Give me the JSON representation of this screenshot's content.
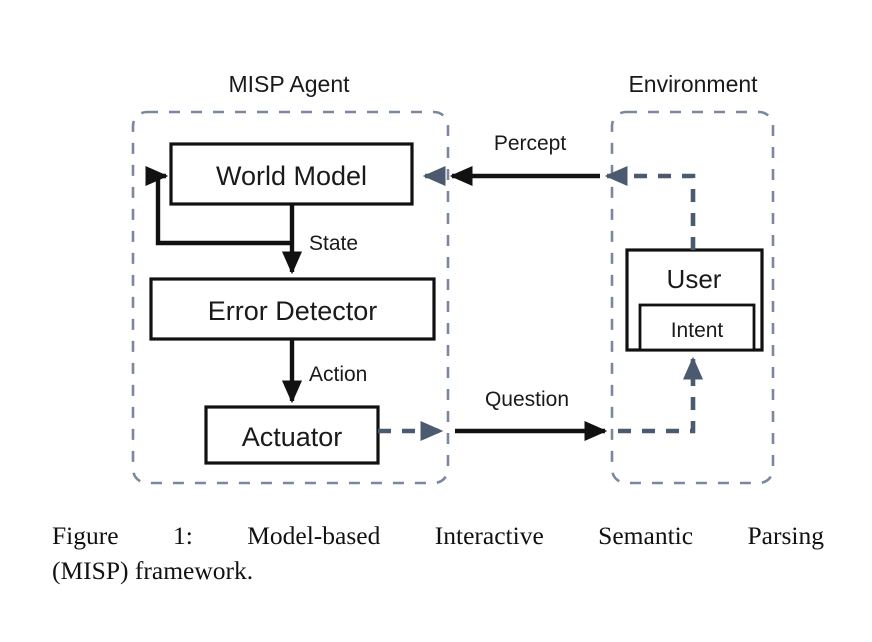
{
  "figure": {
    "containers": [
      {
        "id": "misp-agent",
        "title": "MISP Agent"
      },
      {
        "id": "environment",
        "title": "Environment"
      }
    ],
    "nodes": [
      {
        "id": "world-model",
        "label": "World Model"
      },
      {
        "id": "error-detector",
        "label": "Error Detector"
      },
      {
        "id": "actuator",
        "label": "Actuator"
      },
      {
        "id": "user",
        "label": "User"
      },
      {
        "id": "intent",
        "label": "Intent"
      }
    ],
    "edges": [
      {
        "id": "percept",
        "label": "Percept",
        "from": "environment",
        "to": "world-model"
      },
      {
        "id": "state",
        "label": "State",
        "from": "world-model",
        "to": "error-detector"
      },
      {
        "id": "action",
        "label": "Action",
        "from": "error-detector",
        "to": "actuator"
      },
      {
        "id": "question",
        "label": "Question",
        "from": "actuator",
        "to": "user"
      },
      {
        "id": "feedback",
        "label": "",
        "from": "state",
        "to": "world-model"
      }
    ],
    "colors": {
      "solid_stroke": "#111111",
      "dashed_container": "#7b87a0",
      "dashed_arrow": "#4c5a70",
      "box_fill": "#ffffff",
      "text": "#1a1a1a",
      "background": "#ffffff"
    }
  },
  "caption": {
    "line1": "Figure 1: Model-based Interactive Semantic Parsing",
    "line2": "(MISP) framework."
  }
}
